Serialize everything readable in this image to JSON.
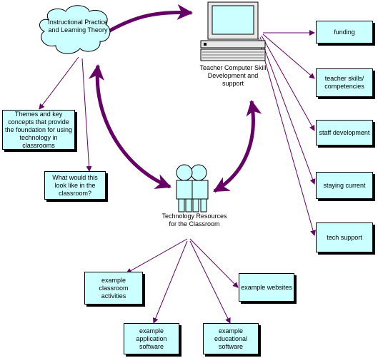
{
  "colors": {
    "box_fill": "#ccffff",
    "connector": "#660066",
    "cloud_fill": "#ccffff",
    "computer_fill": "#ccffff"
  },
  "nodes": {
    "cloud": "Instructional Practice and Learning Theory",
    "computer_label": "Teacher Computer Skill Development and support",
    "people_label": "Technology Resources for the Classroom",
    "themes": "Themes and key concepts that provide the foundation for using technology in classrooms",
    "classroom_look": "What would this look like in the classroom?",
    "funding": "funding",
    "teacher_skills": "teacher skills/ competencies",
    "staff_development": "staff development",
    "staying_current": "staying current",
    "tech_support": "tech support",
    "classroom_activities": "example classroom activities",
    "websites": "example websites",
    "application_software": "example application software",
    "educational_software": "example educational software"
  },
  "icons": [
    "cloud-icon",
    "computer-icon",
    "people-icon"
  ]
}
